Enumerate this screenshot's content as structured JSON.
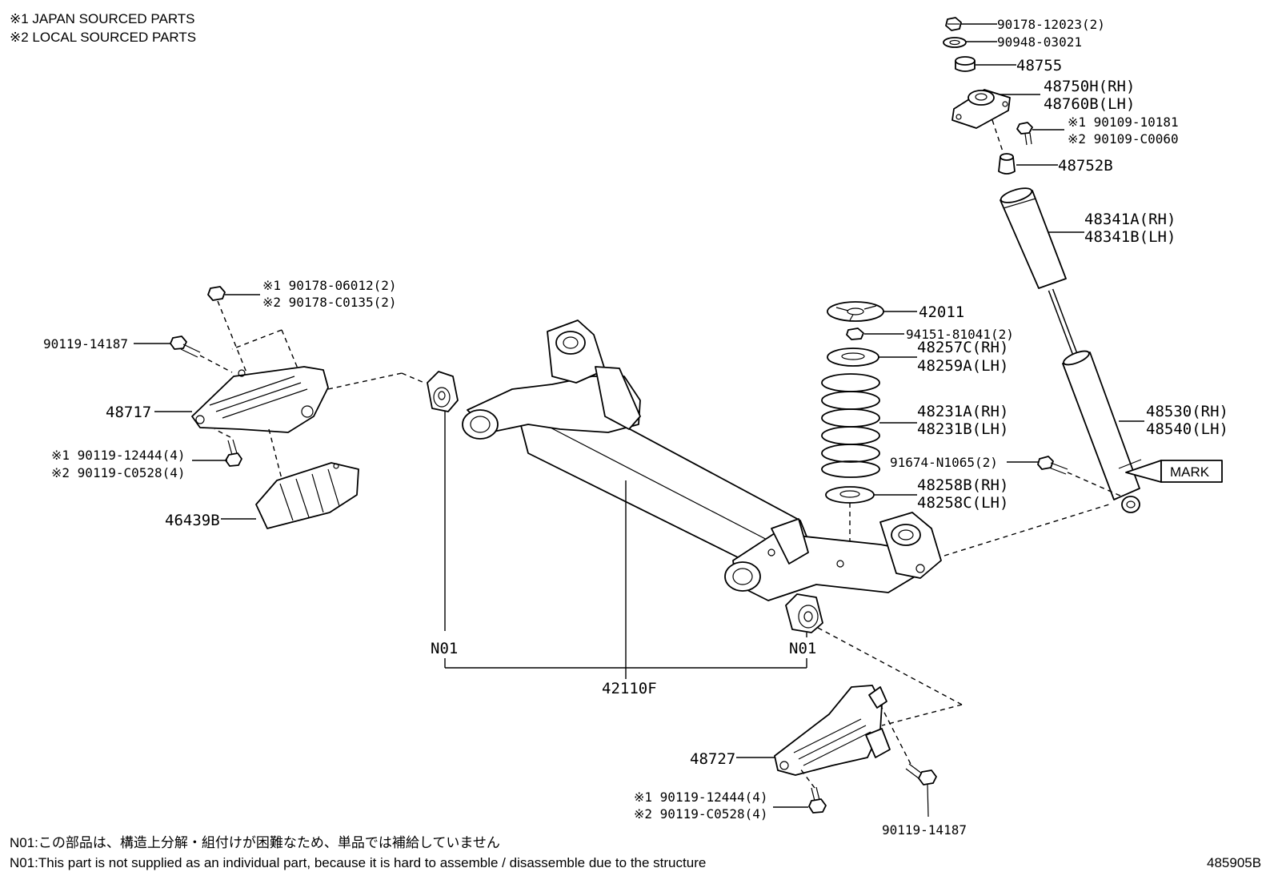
{
  "notes": {
    "japan": "※1 JAPAN SOURCED PARTS",
    "local": "※2 LOCAL SOURCED PARTS",
    "n01_jp": "N01:この部品は、構造上分解・組付けが困難なため、単品では補給していません",
    "n01_en": "N01:This part is not supplied as an individual part, because it is hard to assemble / disassemble due to the structure",
    "diagram_id": "485905B"
  },
  "labels": {
    "p90178_12023": "90178-12023(2)",
    "p90948_03021": "90948-03021",
    "p48755": "48755",
    "p48750h": "48750H(RH)",
    "p48760b": "48760B(LH)",
    "p90109_10181": "※1 90109-10181",
    "p90109_c0060": "※2 90109-C0060",
    "p48752b": "48752B",
    "p48341a": "48341A(RH)",
    "p48341b": "48341B(LH)",
    "p48530": "48530(RH)",
    "p48540": "48540(LH)",
    "mark": "MARK",
    "p42011": "42011",
    "p94151": "94151-81041(2)",
    "p48257c": "48257C(RH)",
    "p48259a": "48259A(LH)",
    "p48231a": "48231A(RH)",
    "p48231b": "48231B(LH)",
    "p91674": "91674-N1065(2)",
    "p48258b": "48258B(RH)",
    "p48258c": "48258C(LH)",
    "p90178_06012": "※1 90178-06012(2)",
    "p90178_c0135": "※2 90178-C0135(2)",
    "p90119_14187_l": "90119-14187",
    "p48717": "48717",
    "p90119_12444_l": "※1 90119-12444(4)",
    "p90119_c0528_l": "※2 90119-C0528(4)",
    "p46439b": "46439B",
    "n01_left": "N01",
    "n01_right": "N01",
    "p42110f": "42110F",
    "p48727": "48727",
    "p90119_12444_r": "※1 90119-12444(4)",
    "p90119_c0528_r": "※2 90119-C0528(4)",
    "p90119_14187_r": "90119-14187"
  }
}
